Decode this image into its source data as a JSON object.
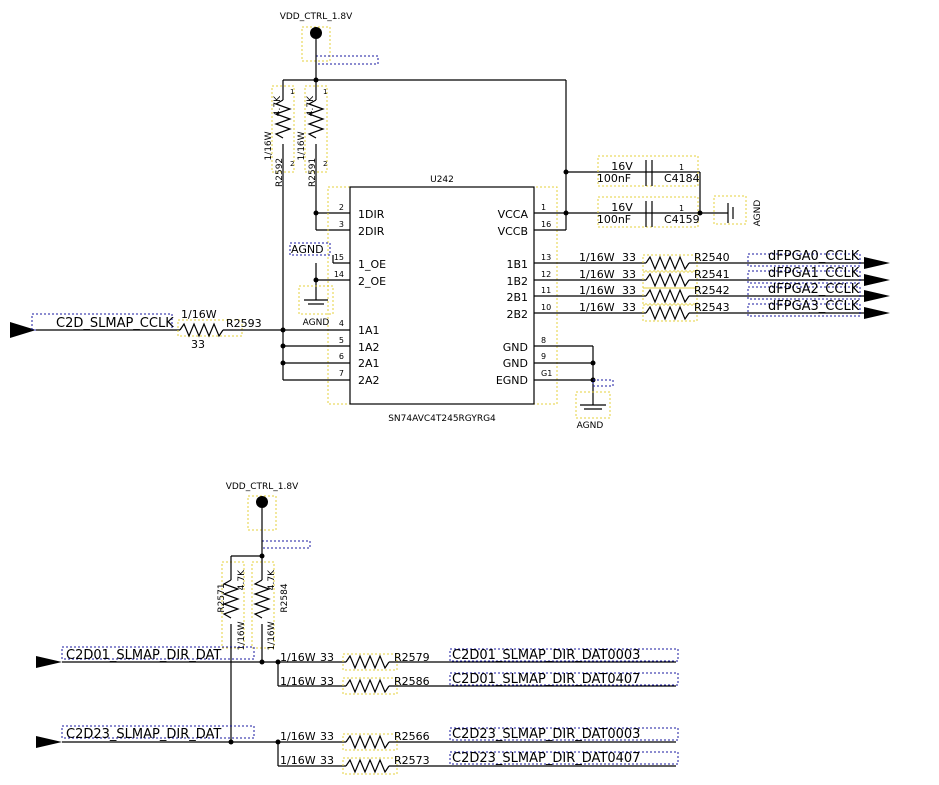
{
  "power": {
    "top_label": "VDD_CTRL_1.8V",
    "bottom_label": "VDD_CTRL_1.8V"
  },
  "ic": {
    "ref": "U242",
    "part": "SN74AVC4T245RGYRG4",
    "left_pins": [
      {
        "num": "2",
        "name": "1DIR"
      },
      {
        "num": "3",
        "name": "2DIR"
      },
      {
        "num": "15",
        "name": "1_OE"
      },
      {
        "num": "14",
        "name": "2_OE"
      },
      {
        "num": "4",
        "name": "1A1"
      },
      {
        "num": "5",
        "name": "1A2"
      },
      {
        "num": "6",
        "name": "2A1"
      },
      {
        "num": "7",
        "name": "2A2"
      }
    ],
    "right_pins": [
      {
        "num": "1",
        "name": "VCCA"
      },
      {
        "num": "16",
        "name": "VCCB"
      },
      {
        "num": "13",
        "name": "1B1"
      },
      {
        "num": "12",
        "name": "1B2"
      },
      {
        "num": "11",
        "name": "2B1"
      },
      {
        "num": "10",
        "name": "2B2"
      },
      {
        "num": "8",
        "name": "GND"
      },
      {
        "num": "9",
        "name": "GND"
      },
      {
        "num": "G1",
        "name": "EGND"
      }
    ]
  },
  "pullups_top": [
    {
      "ref": "R2592",
      "value": "4.7K",
      "power": "1/16W",
      "pin1": "1",
      "pin2": "2"
    },
    {
      "ref": "R2591",
      "value": "4.7K",
      "power": "1/16W",
      "pin1": "1",
      "pin2": "2"
    }
  ],
  "caps": [
    {
      "ref": "C4184",
      "voltage": "16V",
      "value": "100nF",
      "pin": "1"
    },
    {
      "ref": "C4159",
      "voltage": "16V",
      "value": "100nF",
      "pin": "1"
    }
  ],
  "grounds": {
    "agnd_oe": "AGND",
    "agnd_oe_net": "AGND",
    "agnd_bottom": "AGND",
    "agnd_cap": "AGND"
  },
  "input_top": {
    "net": "C2D_SLMAP_CCLK",
    "ref": "R2593",
    "power": "1/16W",
    "value": "33"
  },
  "outputs_top": [
    {
      "ref": "R2540",
      "power": "1/16W",
      "value": "33",
      "net": "dFPGA0_CCLK"
    },
    {
      "ref": "R2541",
      "power": "1/16W",
      "value": "33",
      "net": "dFPGA1_CCLK"
    },
    {
      "ref": "R2542",
      "power": "1/16W",
      "value": "33",
      "net": "dFPGA2_CCLK"
    },
    {
      "ref": "R2543",
      "power": "1/16W",
      "value": "33",
      "net": "dFPGA3_CCLK"
    }
  ],
  "pullups_bottom": [
    {
      "ref": "R2571",
      "value": "4.7K",
      "power": "1/16W"
    },
    {
      "ref": "R2584",
      "value": "4.7K",
      "power": "1/16W"
    }
  ],
  "inputs_bottom": [
    {
      "net": "C2D01_SLMAP_DIR_DAT"
    },
    {
      "net": "C2D23_SLMAP_DIR_DAT"
    }
  ],
  "outputs_bottom": [
    {
      "ref": "R2579",
      "power": "1/16W",
      "value": "33",
      "net": "C2D01_SLMAP_DIR_DAT0003"
    },
    {
      "ref": "R2586",
      "power": "1/16W",
      "value": "33",
      "net": "C2D01_SLMAP_DIR_DAT0407"
    },
    {
      "ref": "R2566",
      "power": "1/16W",
      "value": "33",
      "net": "C2D23_SLMAP_DIR_DAT0003"
    },
    {
      "ref": "R2573",
      "power": "1/16W",
      "value": "33",
      "net": "C2D23_SLMAP_DIR_DAT0407"
    }
  ]
}
